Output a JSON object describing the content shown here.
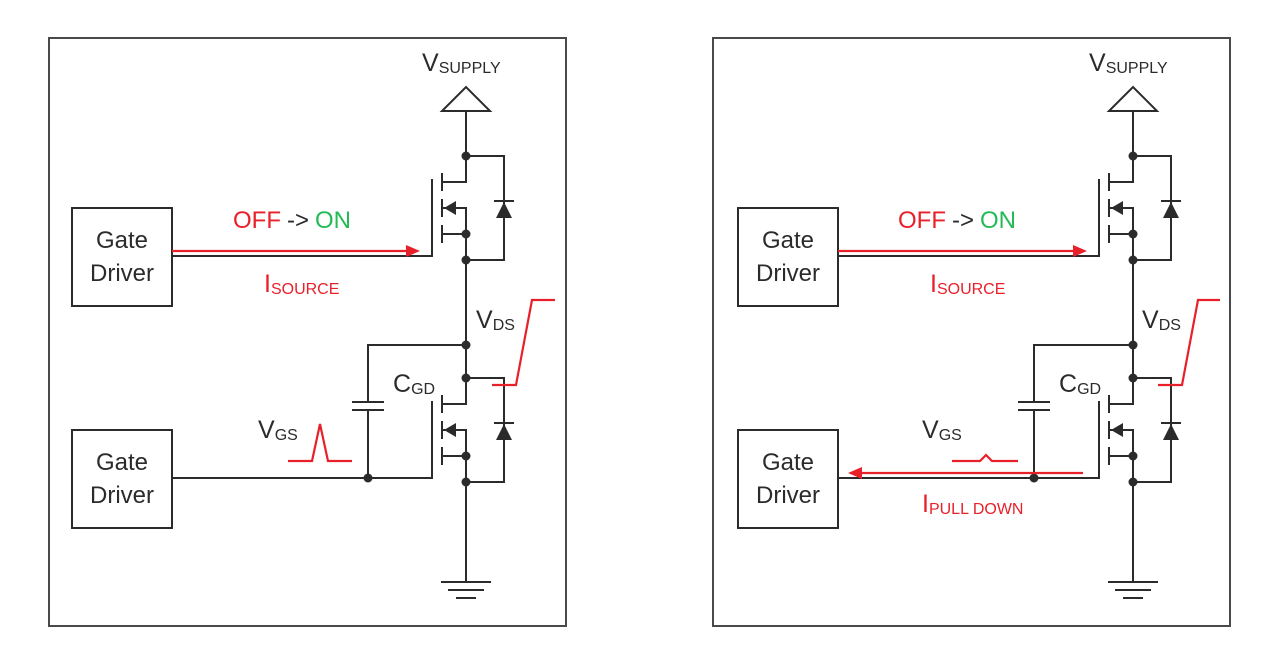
{
  "panels": [
    {
      "supply_main": "V",
      "supply_sub": "SUPPLY",
      "top_driver": [
        "Gate",
        "Driver"
      ],
      "bottom_driver": [
        "Gate",
        "Driver"
      ],
      "state_off": "OFF",
      "state_arrow": "->",
      "state_on": "ON",
      "source_main": "I",
      "source_sub": "SOURCE",
      "vds_main": "V",
      "vds_sub": "DS",
      "cgd_main": "C",
      "cgd_sub": "GD",
      "vgs_main": "V",
      "vgs_sub": "GS",
      "pulldown_main": "",
      "pulldown_sub": ""
    },
    {
      "supply_main": "V",
      "supply_sub": "SUPPLY",
      "top_driver": [
        "Gate",
        "Driver"
      ],
      "bottom_driver": [
        "Gate",
        "Driver"
      ],
      "state_off": "OFF",
      "state_arrow": "->",
      "state_on": "ON",
      "source_main": "I",
      "source_sub": "SOURCE",
      "vds_main": "V",
      "vds_sub": "DS",
      "cgd_main": "C",
      "cgd_sub": "GD",
      "vgs_main": "V",
      "vgs_sub": "GS",
      "pulldown_main": "I",
      "pulldown_sub": "PULL DOWN"
    }
  ],
  "colors": {
    "wire": "#2b2b2b",
    "current_arrow": "#e8202a",
    "off_label": "#e8202a",
    "on_label": "#22bb55"
  }
}
